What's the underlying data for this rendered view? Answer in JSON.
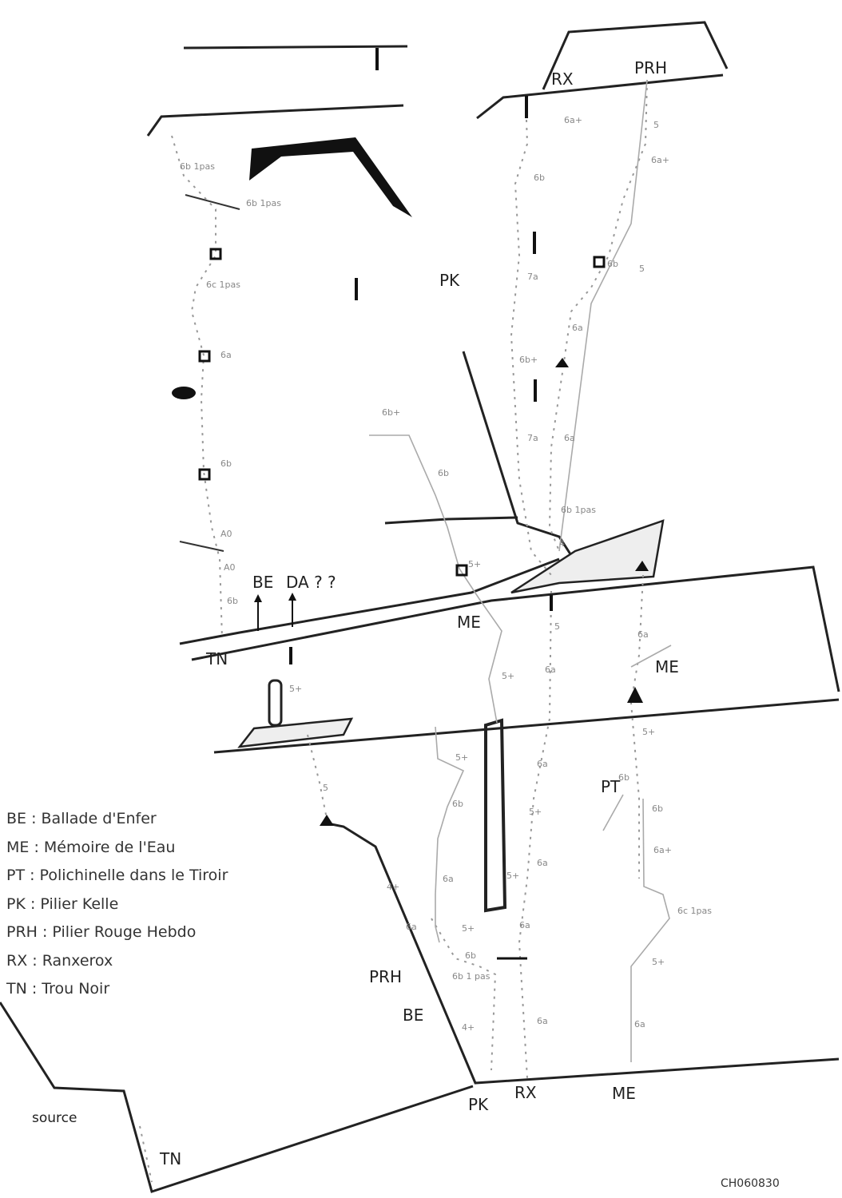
{
  "route_labels": {
    "prh_top": "PRH",
    "rx_top": "RX",
    "pk_mid": "PK",
    "be": "BE",
    "da": "DA ? ?",
    "tn_mid": "TN",
    "me_mid": "ME",
    "me_right": "ME",
    "pt": "PT",
    "prh_low": "PRH",
    "be_low": "BE",
    "pk_bottom": "PK",
    "rx_bottom": "RX",
    "me_bottom": "ME",
    "source": "source",
    "tn_bottom": "TN"
  },
  "legend": [
    "BE : Ballade d'Enfer",
    "ME : Mémoire de l'Eau",
    "PT : Polichinelle dans le Tiroir",
    "PK : Pilier Kelle",
    "PRH : Pilier Rouge Hebdo",
    "RX  : Ranxerox",
    "TN : Trou Noir"
  ],
  "grades": [
    "6b 1pas",
    "6b 1pas",
    "6c 1pas",
    "6a",
    "6b",
    "A0",
    "A0",
    "6b",
    "6a+",
    "6b",
    "7a",
    "6b+",
    "7a",
    "5",
    "6a+",
    "6b",
    "5",
    "6a",
    "6a",
    "6b 1pas",
    "4",
    "6b+",
    "6b",
    "5+",
    "5",
    "6a",
    "5+",
    "6a",
    "5+",
    "5+",
    "5",
    "6b",
    "6a",
    "5+",
    "5+",
    "6a",
    "6a",
    "4+",
    "6a",
    "5+",
    "6a",
    "6b",
    "6b 1 pas",
    "4+",
    "6a",
    "5+",
    "6b",
    "6b",
    "6a+",
    "6c 1pas",
    "5+",
    "6a"
  ],
  "code": "CH060830"
}
